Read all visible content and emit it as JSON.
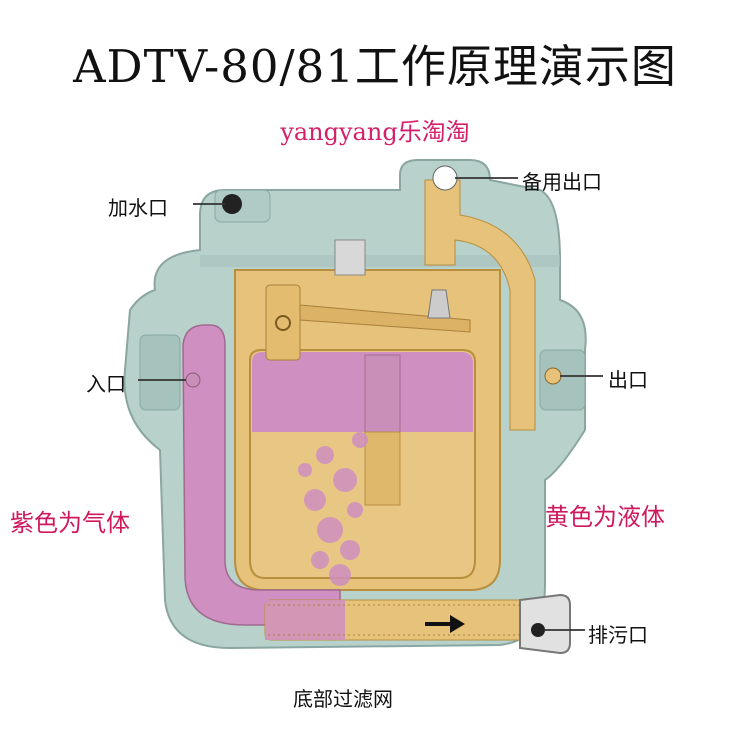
{
  "title": "ADTV-80/81工作原理演示图",
  "watermark": "yangyang乐淘淘",
  "labels": {
    "fill_port": "加水口",
    "spare_outlet": "备用出口",
    "inlet": "入口",
    "outlet": "出口",
    "drain": "排污口",
    "bottom_filter": "底部过滤网"
  },
  "legend": {
    "gas": "紫色为气体",
    "liquid": "黄色为液体"
  },
  "colors": {
    "gas": "#cf8fc0",
    "liquid": "#e6c27a",
    "body": "#b9d1cb",
    "accent_text": "#d0185f"
  }
}
